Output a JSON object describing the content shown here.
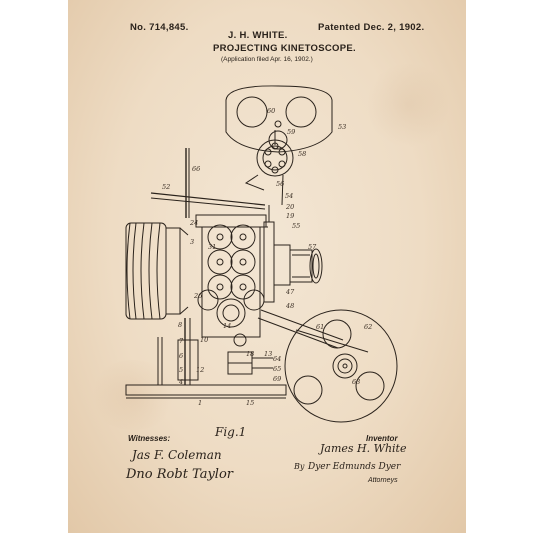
{
  "patent": {
    "number": "No. 714,845.",
    "inventor_header": "J. H. WHITE.",
    "title": "PROJECTING KINETOSCOPE.",
    "filed": "(Application filed Apr. 16, 1902.)",
    "date": "Patented Dec. 2, 1902."
  },
  "figure": {
    "caption": "Fig.1"
  },
  "labels": {
    "l66": "66",
    "l53": "53",
    "l60": "60",
    "l59": "59",
    "l58": "58",
    "l52": "52",
    "l56": "56",
    "l54": "54",
    "l20": "20",
    "l19": "19",
    "l55": "55",
    "l57": "57",
    "l24": "24",
    "l31": "31",
    "l3": "3",
    "l26": "26",
    "l47": "47",
    "l48": "48",
    "l8": "8",
    "l14": "14",
    "l10": "10",
    "l7": "7",
    "l6": "6",
    "l5": "5",
    "l12": "12",
    "l4": "4",
    "l1": "1",
    "l15": "15",
    "l62": "62",
    "l61": "61",
    "l63": "63",
    "l64": "64",
    "l65": "65",
    "l69": "69",
    "l18": "18",
    "l13": "13"
  },
  "footer": {
    "witnesses_label": "Witnesses:",
    "witness1": "Jas F. Coleman",
    "witness2": "Dno Robt Taylor",
    "inventor_label": "Inventor",
    "inventor_name": "James H. White",
    "attorney_prefix": "By",
    "attorney_sig": "Dyer Edmunds Dyer",
    "attorney_label": "Attorneys"
  }
}
